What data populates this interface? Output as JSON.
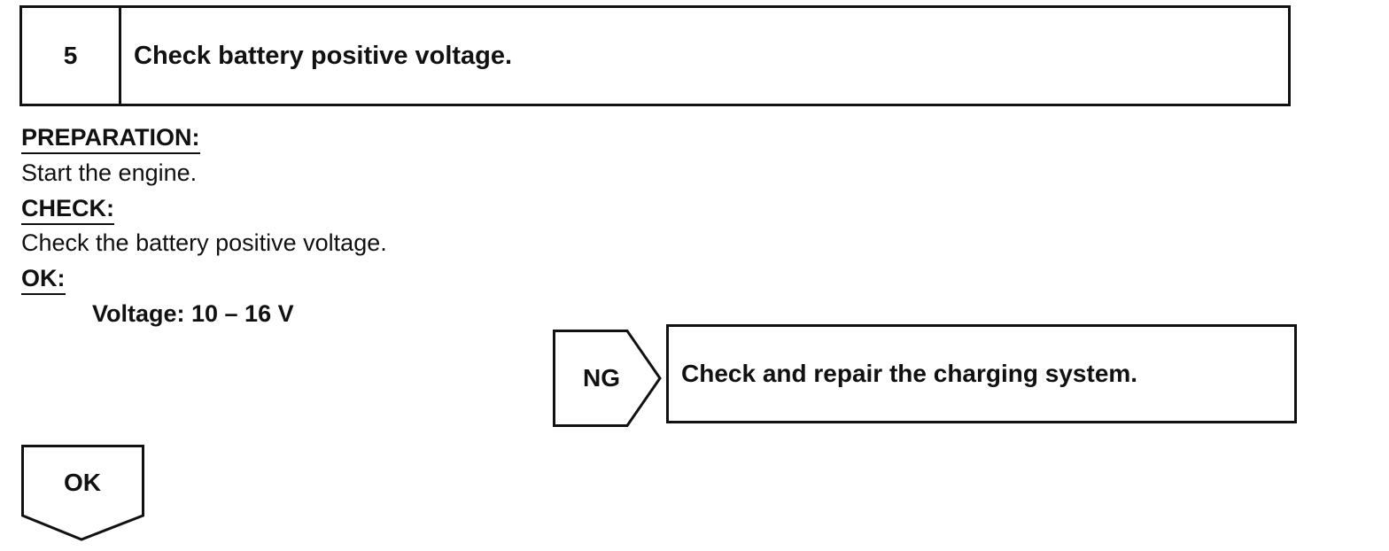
{
  "step": {
    "number": "5",
    "title": "Check battery positive voltage."
  },
  "sections": {
    "preparation_heading": "PREPARATION:",
    "preparation_text": "Start the engine.",
    "check_heading": "CHECK:",
    "check_text": "Check the battery positive voltage.",
    "ok_heading": "OK:",
    "spec": "Voltage: 10 – 16 V"
  },
  "ng_branch": {
    "tag": "NG",
    "action": "Check and repair the charging system."
  },
  "ok_branch": {
    "tag": "OK"
  }
}
